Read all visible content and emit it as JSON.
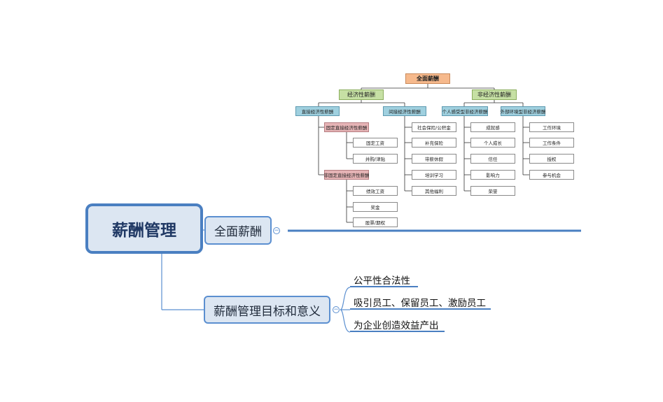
{
  "root": {
    "label": "薪酬管理"
  },
  "branches": [
    {
      "label": "全面薪酬"
    },
    {
      "label": "薪酬管理目标和意义"
    }
  ],
  "leaves": [
    "公平性合法性",
    "吸引员工、保留员工、激励员工",
    "为企业创造效益产出"
  ],
  "collapse_symbol": "−",
  "org": {
    "top": "全面薪酬",
    "economic": "经济性薪酬",
    "non_economic": "非经济性薪酬",
    "direct": "直接经济性薪酬",
    "indirect": "间接经济性薪酬",
    "personal": "个人感受型非经济薪酬",
    "external": "外部环境型非经济薪酬",
    "fixed": "固定直接经济性薪酬",
    "variable": "非固定直接经济性薪酬",
    "fixed_items": [
      "固定工资",
      "并购/津贴"
    ],
    "variable_items": [
      "绩效工资",
      "奖金",
      "股票/期权"
    ],
    "indirect_items": [
      "社会保险/公积金",
      "补充保险",
      "带薪休假",
      "培训学习",
      "其他福利"
    ],
    "personal_items": [
      "成就感",
      "个人成长",
      "信任",
      "影响力",
      "荣誉"
    ],
    "external_items": [
      "工作环境",
      "工作条件",
      "授权",
      "参与机会"
    ]
  },
  "colors": {
    "accent": "#4a7fc1",
    "root_fill": "#dce6f2",
    "orange": "#f6b98c",
    "green": "#c6e0a4",
    "blue": "#9fd0df",
    "pink": "#e6b4b6"
  }
}
